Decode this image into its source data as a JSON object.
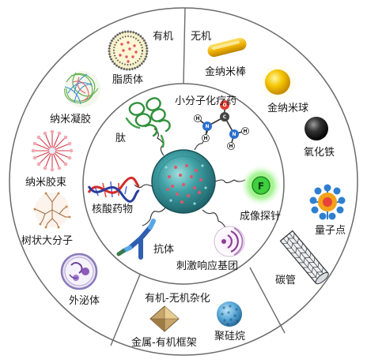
{
  "categories": {
    "organic": "有机",
    "inorganic": "无机",
    "hybrid": "有机-无机杂化"
  },
  "outer_items": {
    "liposome": "脂质体",
    "nanogel": "纳米凝胶",
    "nanomicelle": "纳米胶束",
    "dendrimer": "树状大分子",
    "exosome": "外泌体",
    "gold_nanorod": "金纳米棒",
    "gold_nanosphere": "金纳米球",
    "iron_oxide": "氧化铁",
    "quantum_dot": "量子点",
    "carbon_tube": "碳管",
    "mof": "金属-有机框架",
    "silsesquioxane": "聚硅烷"
  },
  "inner_items": {
    "small_molecule": "小分子化疗药",
    "peptide": "肽",
    "nucleic_acid": "核酸药物",
    "antibody": "抗体",
    "stimuli": "刺激响应基团",
    "imaging": "成像探针",
    "imaging_letter": "F"
  },
  "molecule_atoms": [
    "H",
    "N",
    "H",
    "C",
    "O",
    "N",
    "H",
    "H"
  ],
  "colors": {
    "ring_stroke": "#666666",
    "core_teal": "#3f9fa3",
    "core_dots": "#e0566a",
    "gold": "#f0b400",
    "imaging_glow": "#7be66a"
  }
}
